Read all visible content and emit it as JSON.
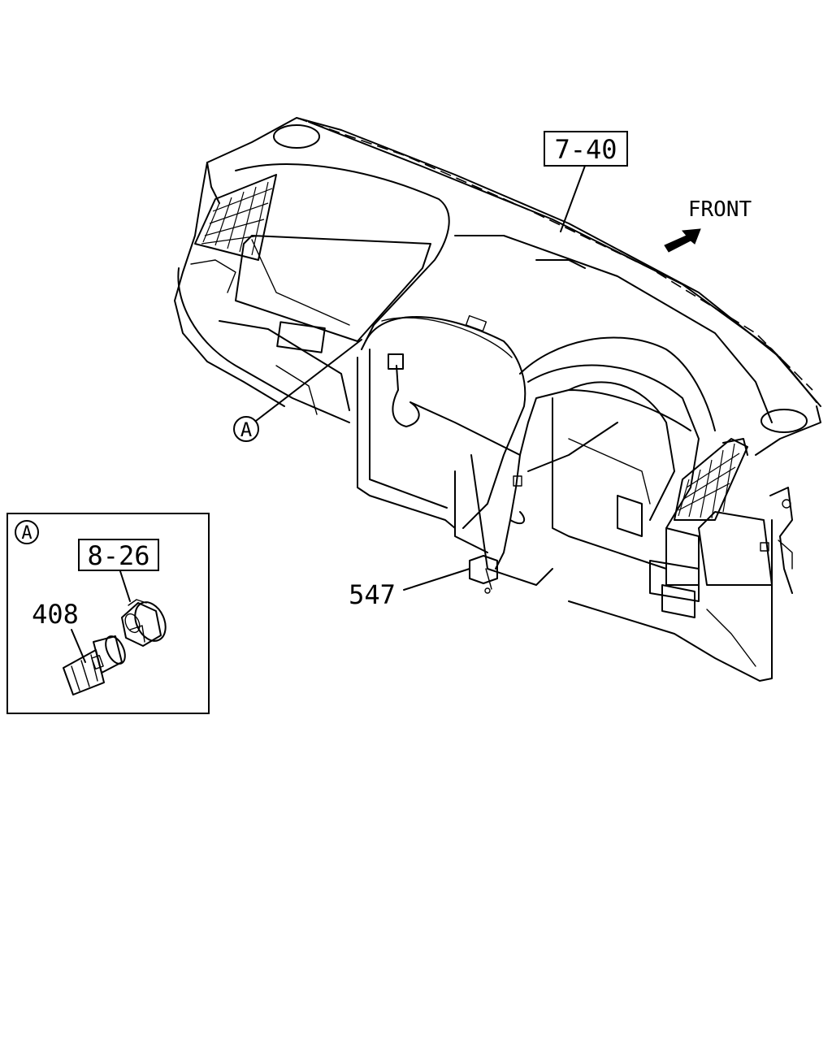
{
  "labels": {
    "ref_main": "7-40",
    "ref_inset": "8-26",
    "direction": "FRONT",
    "part_lighter": "408",
    "part_harness": "547",
    "detail_marker": "A",
    "inset_marker": "A"
  }
}
